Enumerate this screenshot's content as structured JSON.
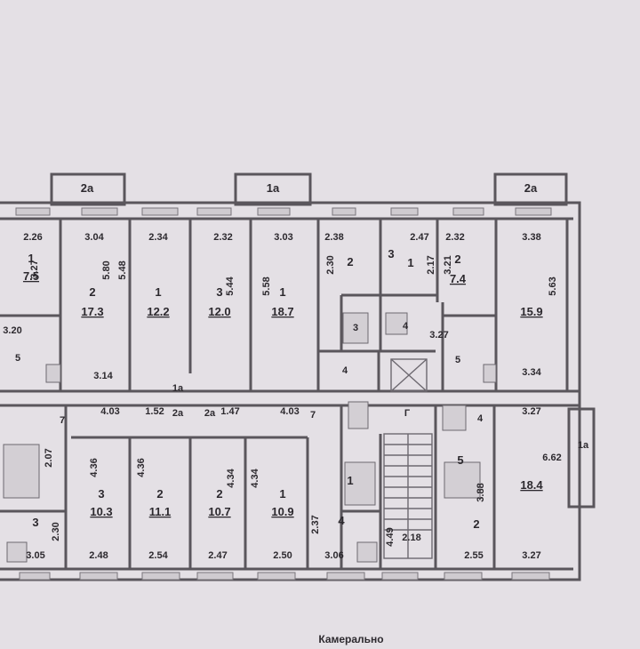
{
  "caption": "Камерально",
  "bays": [
    "2а",
    "1а",
    "2а"
  ],
  "top_dims": [
    "2.26",
    "3.04",
    "2.34",
    "2.32",
    "3.03",
    "2.38",
    "2.47",
    "2.32",
    "3.38"
  ],
  "top_vertical_dims": [
    "3.27",
    "5.80",
    "5.48",
    "5.44",
    "5.58",
    "2.30",
    "2.17",
    "3.21",
    "5.63"
  ],
  "top_room_numbers": [
    "1",
    "2",
    "1",
    "3",
    "1",
    "2",
    "3",
    "1",
    "2"
  ],
  "top_room_areas": [
    "7.5",
    "17.3",
    "12.2",
    "12.0",
    "18.7",
    "7.4",
    "15.9"
  ],
  "middle_labels": [
    "3.20",
    "5",
    "3.14",
    "4",
    "3",
    "4",
    "3.27",
    "5",
    "3.34",
    "4.03",
    "1.52",
    "2а",
    "2а",
    "1.47",
    "4.03",
    "7",
    "7",
    "Г",
    "4",
    "3.27",
    "6.62",
    "1а",
    "1а"
  ],
  "bottom_dims": [
    "3.05",
    "2.48",
    "2.54",
    "2.47",
    "2.50",
    "3.06",
    "2.18",
    "2.55",
    "3.27"
  ],
  "bottom_vertical_dims": [
    "2.07",
    "2.30",
    "4.36",
    "4.36",
    "4.34",
    "4.34",
    "2.37",
    "4.49",
    "3.88"
  ],
  "bottom_room_numbers": [
    "3",
    "2",
    "2",
    "1",
    "1",
    "3",
    "2",
    "4",
    "5"
  ],
  "bottom_room_areas": [
    "10.3",
    "11.1",
    "10.7",
    "10.9",
    "18.4"
  ]
}
